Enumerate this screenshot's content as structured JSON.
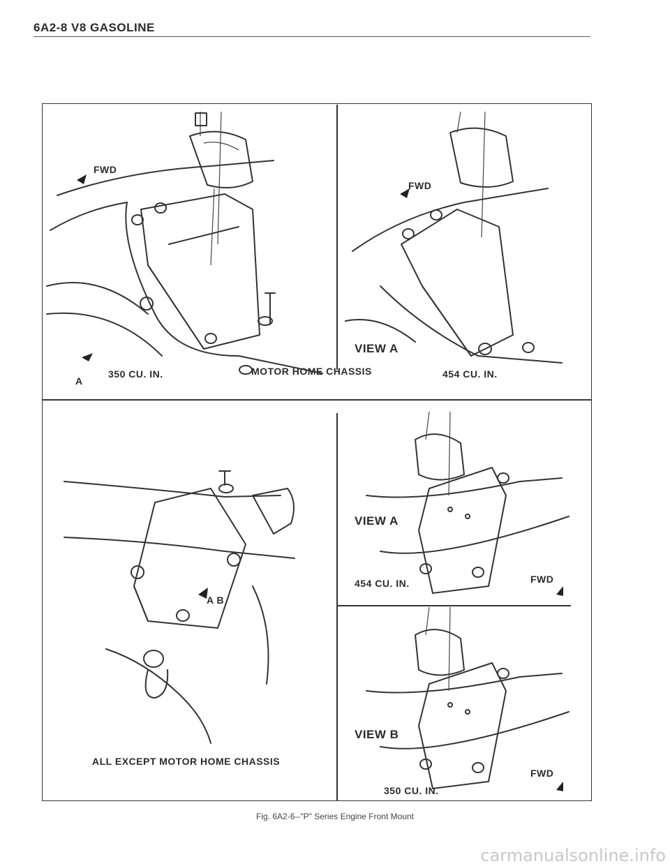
{
  "header": {
    "title": "6A2-8   V8 GASOLINE"
  },
  "panels": {
    "top_left": {
      "fwd": "FWD",
      "view_marker": "A",
      "engine": "350 CU. IN."
    },
    "top_center": {
      "chassis": "MOTOR HOME CHASSIS"
    },
    "top_right": {
      "fwd": "FWD",
      "view": "VIEW A",
      "engine": "454 CU. IN."
    },
    "bottom_left": {
      "marker": "A B",
      "chassis": "ALL EXCEPT MOTOR HOME CHASSIS"
    },
    "bottom_right_top": {
      "view": "VIEW A",
      "engine": "454 CU. IN.",
      "fwd": "FWD"
    },
    "bottom_right_bottom": {
      "view": "VIEW B",
      "engine": "350 CU. IN.",
      "fwd": "FWD"
    }
  },
  "caption": "Fig. 6A2-6--\"P\" Series Engine Front Mount",
  "watermark": "carmanualsonline.info"
}
